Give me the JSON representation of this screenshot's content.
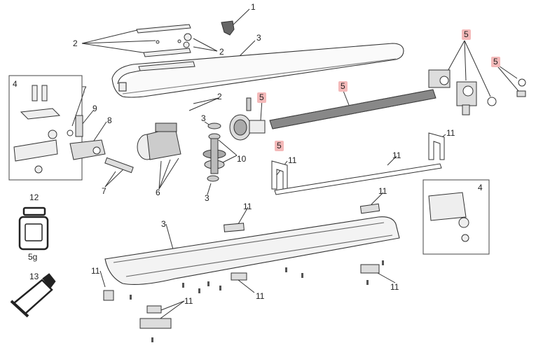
{
  "diagram": {
    "callouts": {
      "c1": "1",
      "c2a": "2",
      "c2b": "2",
      "c2c": "2",
      "c3a": "3",
      "c3b": "3",
      "c3c": "3",
      "c3d": "3",
      "c4a": "4",
      "c4b": "4",
      "c5a": "5",
      "c5b": "5",
      "c5c": "5",
      "c5d": "5",
      "c5e": "5",
      "c6": "6",
      "c7a": "7",
      "c7b": "7",
      "c8": "8",
      "c9": "9",
      "c10": "10",
      "c11a": "11",
      "c11b": "11",
      "c11c": "11",
      "c11d": "11",
      "c11e": "11",
      "c11f": "11",
      "c11g": "11",
      "c11h": "11",
      "c12": "12",
      "c13": "13"
    },
    "grease_jar_label": "5g",
    "highlight_color": "#f4b9b9",
    "line_color": "#333333"
  }
}
